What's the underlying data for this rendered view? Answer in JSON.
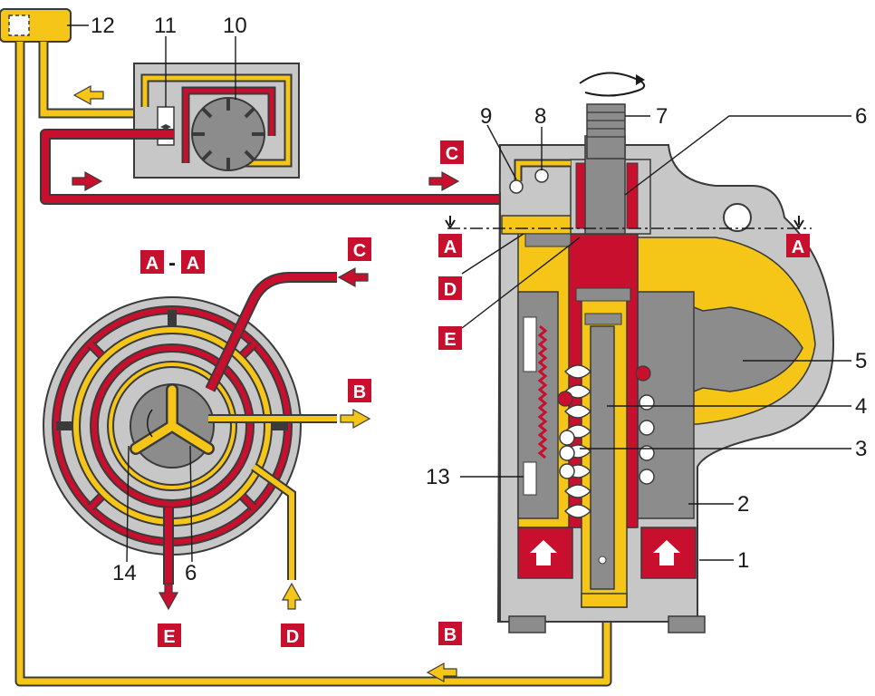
{
  "colors": {
    "pressure": "#c8102e",
    "return": "#f5c518",
    "housing": "#c7c7c7",
    "outline": "#3a3a3a",
    "component": "#8c8c8c"
  },
  "section_label": {
    "left": "A",
    "separator": "-",
    "right": "A"
  },
  "flow_labels": {
    "C_top": "C",
    "C_section": "C",
    "A_left": "A",
    "A_right": "A",
    "D_gear": "D",
    "E_gear": "E",
    "B_section": "B",
    "B_bottom": "B",
    "E_section": "E",
    "D_section": "D"
  },
  "callouts": {
    "n1": "1",
    "n2": "2",
    "n3": "3",
    "n4": "4",
    "n5": "5",
    "n6": "6",
    "n7": "7",
    "n8": "8",
    "n9": "9",
    "n10": "10",
    "n11": "11",
    "n12": "12",
    "n13": "13",
    "n14": "14",
    "n6_section": "6"
  }
}
